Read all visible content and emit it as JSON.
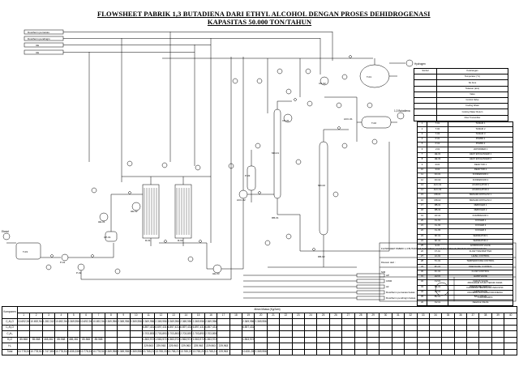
{
  "title": {
    "line1": "FLOWSHEET  PABRIK 1,3 BUTADIENA DARI ETHYL ALCOHOL DENGAN PROSES DEHIDROGENASI",
    "line2": "KAPASITAS 50.000 TON/TAHUN"
  },
  "utilities_in": [
    "Dowtherm pemanas",
    "Dowtherm pendingin",
    "UE",
    "UE"
  ],
  "utilities_out": [
    "AP",
    "CWR",
    "Air",
    "Dowtherm pemanas bekas",
    "Dowtherm pendingin bekas"
  ],
  "side_labels": {
    "feed": "Etanol",
    "hydrogen": "Hydrogen",
    "product": "1,3 Butadiena"
  },
  "equipment_tags": [
    "T-01",
    "T-02",
    "T-03",
    "R-01",
    "R-02",
    "CD-01",
    "CD-02",
    "MD-01",
    "MD-02",
    "HE-01",
    "HE-02",
    "HE-03",
    "P-01",
    "P-02",
    "P-03",
    "ACC-01",
    "ACC-02",
    "RB-01",
    "RB-02",
    "CP-01"
  ],
  "legend": {
    "header": [
      "Simbol",
      "Keterangan"
    ],
    "rows": [
      "Temperatur (°C)",
      "No Arus",
      "Tekanan (atm)",
      "Valve",
      "Control Valve",
      "Cooling Water",
      "Cooling Water Return",
      "Flow Transmitter"
    ]
  },
  "equipment_list": {
    "rows": [
      [
        "1",
        "T-01",
        "TANGKI 1"
      ],
      [
        "2",
        "T-02",
        "TANGKI 2"
      ],
      [
        "3",
        "T-03",
        "TANGKI 3"
      ],
      [
        "4",
        "P-01",
        "POMPA 1"
      ],
      [
        "5",
        "P-02",
        "POMPA 2"
      ],
      [
        "6",
        "V-01",
        "VAPORIZER 1"
      ],
      [
        "7",
        "HE-01",
        "HEAT EXCHANGER 1"
      ],
      [
        "8",
        "HE-02",
        "HEAT EXCHANGER 2"
      ],
      [
        "9",
        "R-01",
        "REAKTOR 1"
      ],
      [
        "10",
        "R-02",
        "REAKTOR 2"
      ],
      [
        "11",
        "CD-01",
        "KONDENSOR 1"
      ],
      [
        "12",
        "CD-02",
        "KONDENSOR 2"
      ],
      [
        "13",
        "ACC-01",
        "AKUMULATOR 1"
      ],
      [
        "14",
        "ACC-02",
        "AKUMULATOR 2"
      ],
      [
        "15",
        "MD-01",
        "MENARA DISTILASI 1"
      ],
      [
        "16",
        "MD-02",
        "MENARA DISTILASI 2"
      ],
      [
        "17",
        "RB-01",
        "REBOILER 1"
      ],
      [
        "18",
        "RB-02",
        "REBOILER 2"
      ],
      [
        "19",
        "CP-01",
        "KOMPRESOR 1"
      ],
      [
        "20",
        "CL-01",
        "COOLER 1"
      ],
      [
        "21",
        "CL-02",
        "COOLER 2"
      ],
      [
        "22",
        "CL-03",
        "COOLER 3"
      ],
      [
        "23",
        "SP-01",
        "SEPARATOR 1"
      ],
      [
        "24",
        "SP-02",
        "SEPARATOR 2"
      ],
      [
        "25",
        "E-01",
        "EXPANSION VALVE"
      ],
      [
        "26",
        "FT-01",
        "FLOW TRANSMITTER"
      ],
      [
        "27",
        "LC-01",
        "LEVEL CONTROL"
      ],
      [
        "28",
        "TC-01",
        "TEMPERATURE CONTROL"
      ],
      [
        "29",
        "PC-01",
        "PRESSURE CONTROL"
      ],
      [
        "30",
        "FC-01",
        "FLOW CONTROL"
      ],
      [
        "31",
        "HV-01",
        "HAND VALVE"
      ],
      [
        "32",
        "CV-01",
        "CHECK VALVE"
      ],
      [
        "33",
        "PS-01",
        "PRESSURE SWITCH"
      ],
      [
        "34",
        "GV-01",
        "GATE VALVE"
      ],
      [
        "35",
        "BV-01",
        "BALL VALVE"
      ],
      [
        "36",
        "NV-01",
        "NEEDLE VALVE"
      ]
    ]
  },
  "title_block": {
    "university": [
      "PROGRAM STUDI TEKNIK KIMIA",
      "FAKULTAS TEKNOLOGI INDUSTRI",
      "UNIVERSITAS ISLAM INDONESIA",
      "YOGYAKARTA"
    ],
    "drawing": "FLOWSHEET PABRIK 1,3 BUTADIENA DARI ETHYL ALCOHOL DENGAN PROSES DEHIDROGENASI",
    "authors": [
      "Disusun oleh :",
      "NIM"
    ]
  },
  "stream_table": {
    "header_left": "Komponen",
    "header_group": "Aliran Massa (Kg/Jam)",
    "stream_numbers": [
      "1",
      "2",
      "3",
      "4",
      "5",
      "6",
      "7",
      "8",
      "9",
      "10",
      "11",
      "12",
      "13",
      "14",
      "15",
      "16",
      "17",
      "18",
      "19",
      "20",
      "21",
      "22",
      "23",
      "24",
      "25",
      "26",
      "27",
      "28",
      "29",
      "30",
      "31",
      "32",
      "33",
      "34",
      "35",
      "36",
      "37",
      "38",
      "39",
      "40"
    ],
    "rows": [
      {
        "name": "C₂H₆O",
        "values": [
          "10.692,944",
          "10.692,944",
          "1.282,312",
          "10.692,944",
          "2.369,956",
          "10.692,944",
          "10.692,944",
          "2.369,956",
          "2.369,956",
          "2.369,956",
          "2.369,956",
          "2.369,956",
          "2.369,956",
          "2.369,956",
          "2.369,956",
          "2.369,956",
          "",
          "",
          "2.369,956",
          "2.369,956",
          "",
          "",
          "",
          "",
          "",
          "",
          "",
          "",
          "",
          "",
          "",
          "",
          "",
          "",
          "",
          "",
          "",
          "",
          "",
          ""
        ]
      },
      {
        "name": "C₂H₄O",
        "values": [
          "",
          "",
          "",
          "",
          "",
          "",
          "",
          "",
          "",
          "",
          "6.897,431",
          "6.897,431",
          "6.897,431",
          "6.897,431",
          "6.897,431",
          "6.897,431",
          "",
          "",
          "6.897,431",
          "",
          "",
          "",
          "",
          "",
          "",
          "",
          "",
          "",
          "",
          "",
          "",
          "",
          "",
          "",
          "",
          "",
          "",
          "",
          "",
          ""
        ]
      },
      {
        "name": "C₄H₆",
        "values": [
          "",
          "",
          "",
          "",
          "",
          "",
          "",
          "",
          "",
          "",
          "2.703,893",
          "2.703,893",
          "2.703,893",
          "2.703,893",
          "2.703,893",
          "2.703,893",
          "",
          "",
          "",
          "",
          "",
          "",
          "",
          "",
          "",
          "",
          "",
          "",
          "",
          "",
          "",
          "",
          "",
          "",
          "",
          "",
          "",
          "",
          "",
          ""
        ]
      },
      {
        "name": "H₂O",
        "values": [
          "85.568",
          "85.568",
          "465,382",
          "85.568",
          "465,382",
          "85.568",
          "85.568",
          "",
          "",
          "",
          "1.563,972",
          "1.563,972",
          "1.563,972",
          "1.563,972",
          "1.563,972",
          "1.563,972",
          "",
          "",
          "1.563,972",
          "",
          "",
          "",
          "",
          "",
          "",
          "",
          "",
          "",
          "",
          "",
          "",
          "",
          "",
          "",
          "",
          "",
          "",
          "",
          "",
          ""
        ]
      },
      {
        "name": "H₂",
        "values": [
          "",
          "",
          "",
          "",
          "",
          "",
          "",
          "",
          "",
          "",
          "229,963",
          "229,963",
          "229,963",
          "229,963",
          "229,963",
          "229,963",
          "229,963",
          "",
          "",
          "",
          "",
          "",
          "",
          "",
          "",
          "",
          "",
          "",
          "",
          "",
          "",
          "",
          "",
          "",
          "",
          "",
          "",
          "",
          "",
          ""
        ]
      },
      {
        "name": "Total",
        "values": [
          "10.778,512",
          "10.778,512",
          "1.747,694",
          "10.778,512",
          "2.835,338",
          "10.778,512",
          "10.778,512",
          "2.369,956",
          "2.369,956",
          "2.369,956",
          "13.765,215",
          "13.765,215",
          "13.765,215",
          "13.765,215",
          "13.765,215",
          "13.765,215",
          "229,963",
          "",
          "10.831,359",
          "2.369,956",
          "",
          "",
          "",
          "",
          "",
          "",
          "",
          "",
          "",
          "",
          "",
          "",
          "",
          "",
          "",
          "",
          "",
          "",
          "",
          ""
        ]
      }
    ]
  }
}
